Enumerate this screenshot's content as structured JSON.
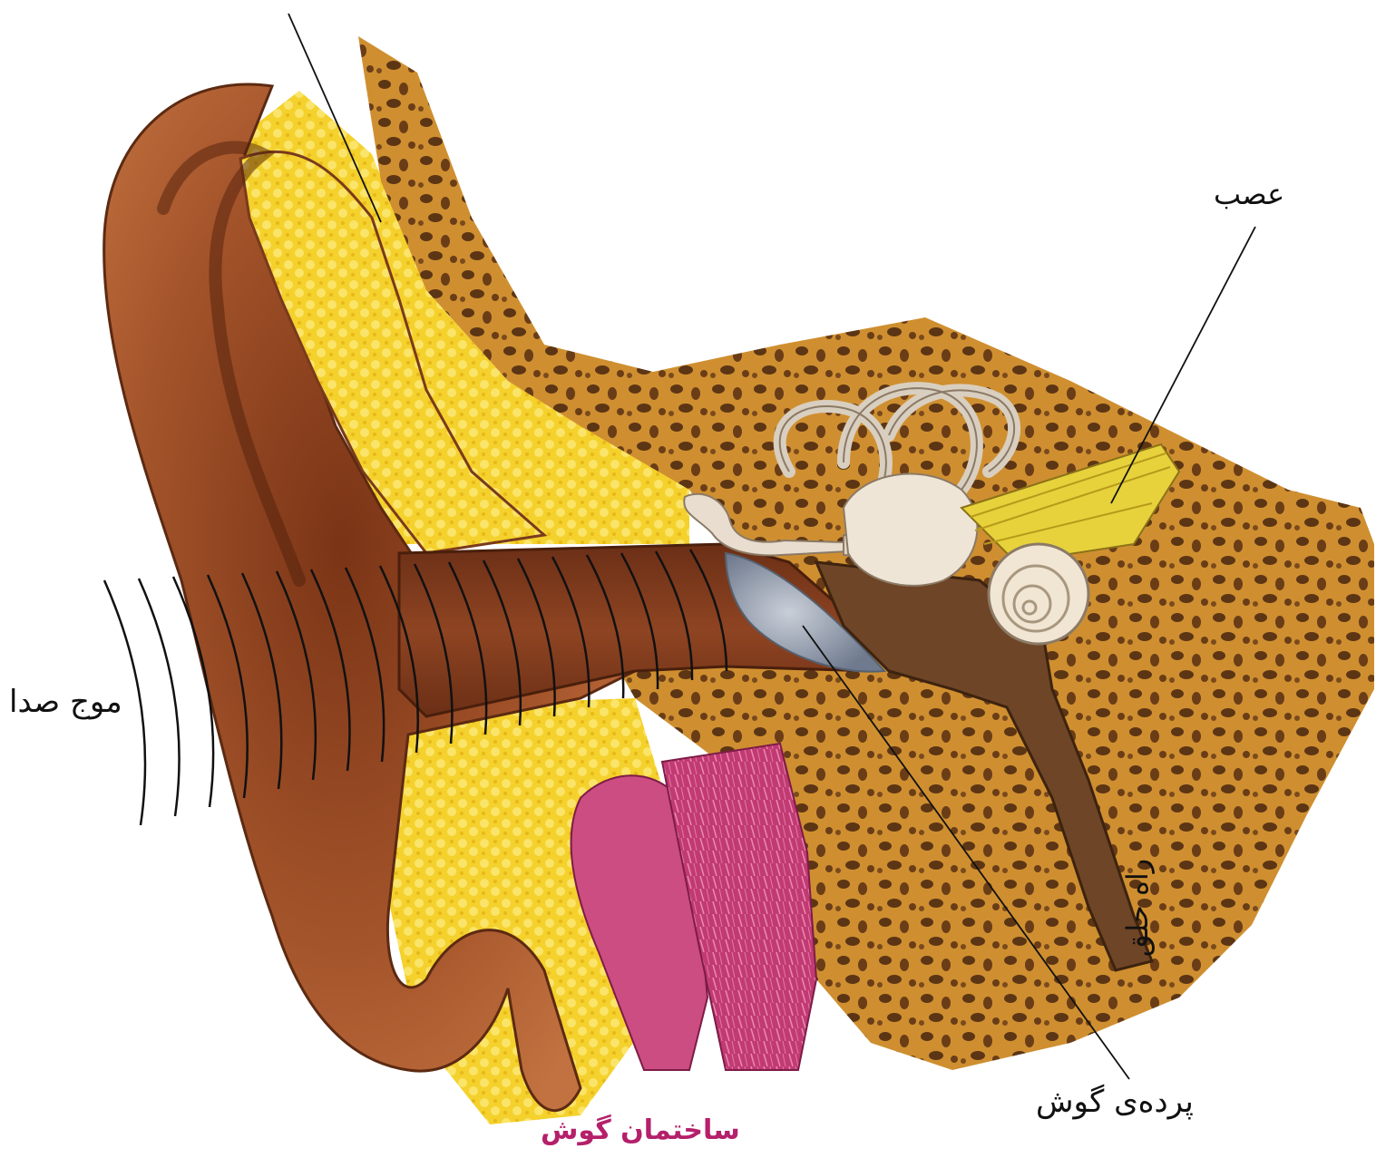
{
  "labels": {
    "nerve": "عصب",
    "sound_wave": "موج صدا",
    "eardrum": "پرده‌ی گوش",
    "throat_passage": "راه حلق"
  },
  "caption": "ساختمان گوش",
  "colors": {
    "caption": "#b5206a",
    "outer_ear": "#9a4a22",
    "fat_tissue": "#f2cf2a",
    "bone": "#c9892a",
    "bone_pores": "#5a3416",
    "canal": "#7a3a1c",
    "eardrum": "#9aa3b4",
    "cochlea": "#f1e6d3",
    "nerve_bundle": "#e7d23c",
    "muscle": "#c2366e",
    "wave_lines": "#111111",
    "leader_lines": "#111111"
  }
}
